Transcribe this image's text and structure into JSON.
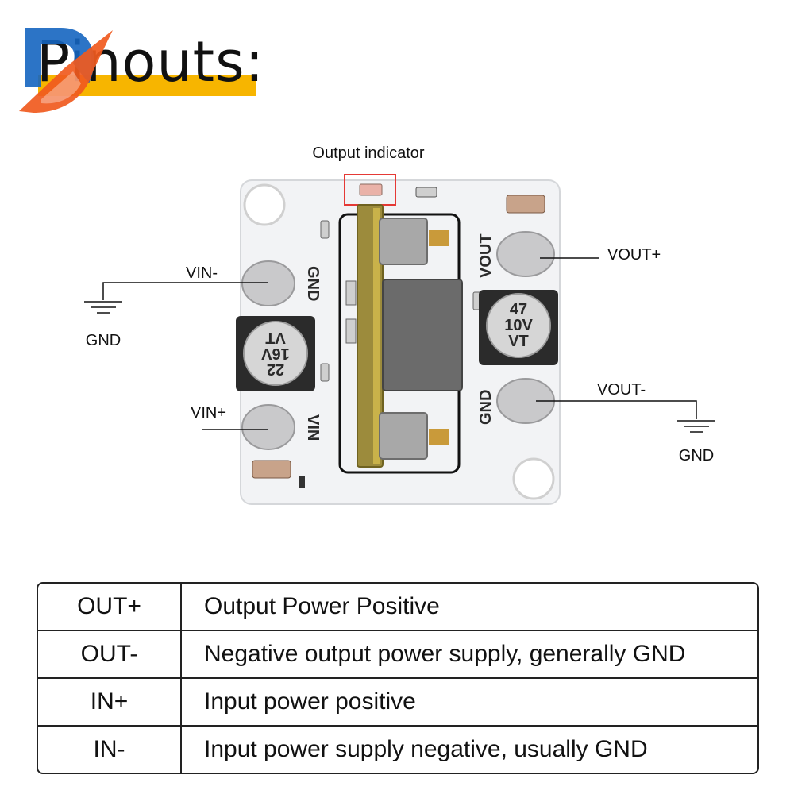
{
  "title": "Pinouts:",
  "colors": {
    "accent_bar": "#f7b500",
    "logo_blue": "#1565c0",
    "logo_orange": "#f05a1e",
    "callout_red": "#e53935"
  },
  "diagram": {
    "output_indicator_label": "Output indicator",
    "vin_minus_label": "VIN-",
    "vin_plus_label": "VIN+",
    "vout_plus_label": "VOUT+",
    "vout_minus_label": "VOUT-",
    "gnd_left_label": "GND",
    "gnd_right_label": "GND",
    "silkscreen": {
      "gnd_left": "GND",
      "vin": "VIN",
      "vout": "VOUT",
      "gnd_right": "GND"
    },
    "cap_left": {
      "line1": "22",
      "line2": "16V",
      "line3": "VT"
    },
    "cap_right": {
      "line1": "47",
      "line2": "10V",
      "line3": "VT"
    }
  },
  "pin_table": [
    {
      "pin": "OUT+",
      "description": "Output Power Positive"
    },
    {
      "pin": "OUT-",
      "description": "Negative output power supply, generally GND"
    },
    {
      "pin": "IN+",
      "description": "Input power positive"
    },
    {
      "pin": "IN-",
      "description": "Input power supply negative, usually GND"
    }
  ]
}
